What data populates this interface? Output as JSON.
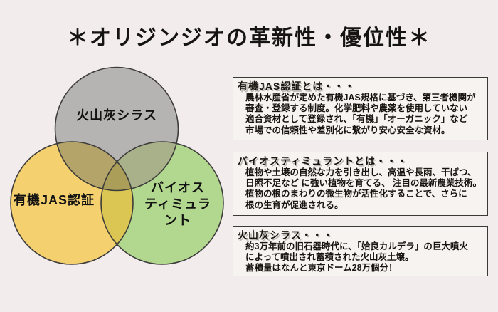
{
  "title": "＊オリジンジオの革新性・優位性＊",
  "colors": {
    "background": "#f2edec",
    "box_background": "#f6f3f1",
    "outline": "#3e3d3b",
    "circle_gray": "#b6b4b2",
    "circle_yellow": "#f5d06e",
    "circle_green": "#b2d78e",
    "overlap_gray_yellow": "#b5a469",
    "overlap_gray_green": "#a9b18b",
    "overlap_yellow_green": "#dbc654",
    "overlap_triple": "#ab9e58"
  },
  "venn": {
    "shirasu_label": "火山灰シラス",
    "jas_label": "有機JAS認証",
    "bio_label_lines": [
      "バイオス",
      "ティミュラ",
      "ント"
    ]
  },
  "info_boxes": [
    {
      "heading": "有機JAS認証とは・・・",
      "lines": [
        "農林水産省が定めた有機JAS規格に基づき、第三者機関が",
        "審査・登録する制度。化学肥料や農薬を使用していない",
        "適合資材として登録され、「有機」「オーガニック」など",
        "市場での信頼性や差別化に繋がり安心安全な資材。"
      ]
    },
    {
      "heading": "バイオスティミュラントとは・・・",
      "lines": [
        "植物や土壌の自然な力を引き出し、高温や長雨、干ばつ、",
        "日照不足など に強い植物を育てる、 注目の最新農業技術。",
        "植物の根のまわりの微生物が活性化することで、さらに",
        "根の生育が促進される。"
      ]
    },
    {
      "heading": "火山灰シラス・・・",
      "lines": [
        "約3万年前の旧石器時代に、「姶良カルデラ」の巨大噴火",
        "によって噴出され蓄積された火山灰土壌。",
        "蓄積量はなんと東京ドーム28万個分！"
      ]
    }
  ]
}
